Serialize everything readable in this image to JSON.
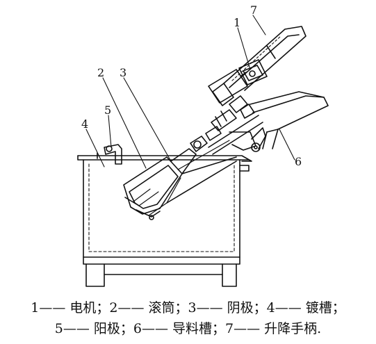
{
  "callouts": [
    {
      "num": "1",
      "name": "电机"
    },
    {
      "num": "2",
      "name": "滚筒"
    },
    {
      "num": "3",
      "name": "阴极"
    },
    {
      "num": "4",
      "name": "镀槽"
    },
    {
      "num": "5",
      "name": "阳极"
    },
    {
      "num": "6",
      "name": "导料槽"
    },
    {
      "num": "7",
      "name": "升降手柄"
    }
  ],
  "caption": {
    "line1": "1—— 电机；2—— 滚筒；3—— 阴极；4—— 镀槽；",
    "line2": "5—— 阳极；6—— 导料槽；7—— 升降手柄."
  }
}
